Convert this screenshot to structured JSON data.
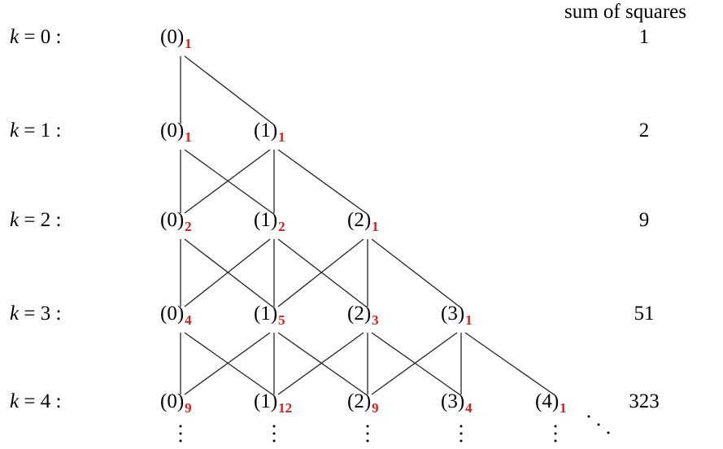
{
  "header": {
    "sum_label": "sum of squares"
  },
  "rows": [
    {
      "k_label": "k = 0 :",
      "subs": [
        "1"
      ],
      "sum": "1"
    },
    {
      "k_label": "k = 1 :",
      "subs": [
        "1",
        "1"
      ],
      "sum": "2"
    },
    {
      "k_label": "k = 2 :",
      "subs": [
        "2",
        "2",
        "1"
      ],
      "sum": "9"
    },
    {
      "k_label": "k = 3 :",
      "subs": [
        "4",
        "5",
        "3",
        "1"
      ],
      "sum": "51"
    },
    {
      "k_label": "k = 4 :",
      "subs": [
        "9",
        "12",
        "9",
        "4",
        "1"
      ],
      "sum": "323"
    }
  ],
  "node_labels": [
    "(0)",
    "(1)",
    "(2)",
    "(3)",
    "(4)"
  ],
  "colors": {
    "subscript": "#e01b1b",
    "text": "#000000"
  }
}
